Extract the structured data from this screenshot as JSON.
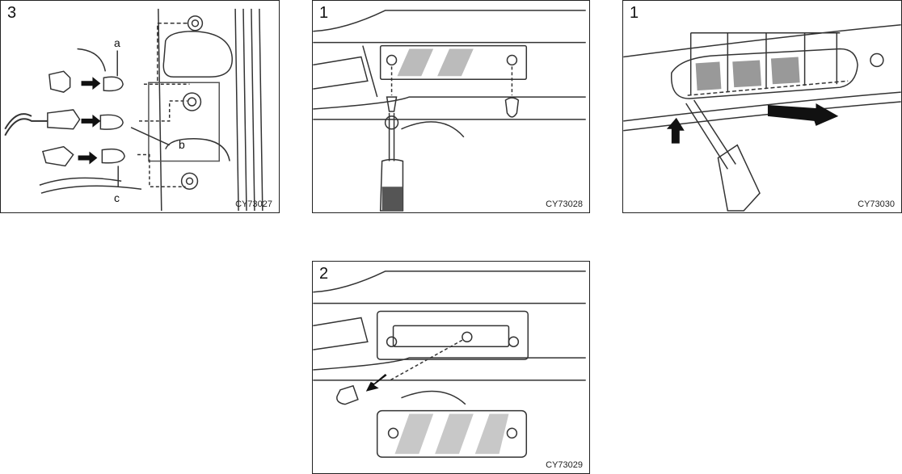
{
  "panels": [
    {
      "step": "3",
      "code": "CY73027",
      "callouts": {
        "a": "a",
        "b": "b",
        "c": "c"
      }
    },
    {
      "step": "1",
      "code": "CY73028"
    },
    {
      "step": "1",
      "code": "CY73030"
    },
    {
      "step": "2",
      "code": "CY73029"
    }
  ]
}
